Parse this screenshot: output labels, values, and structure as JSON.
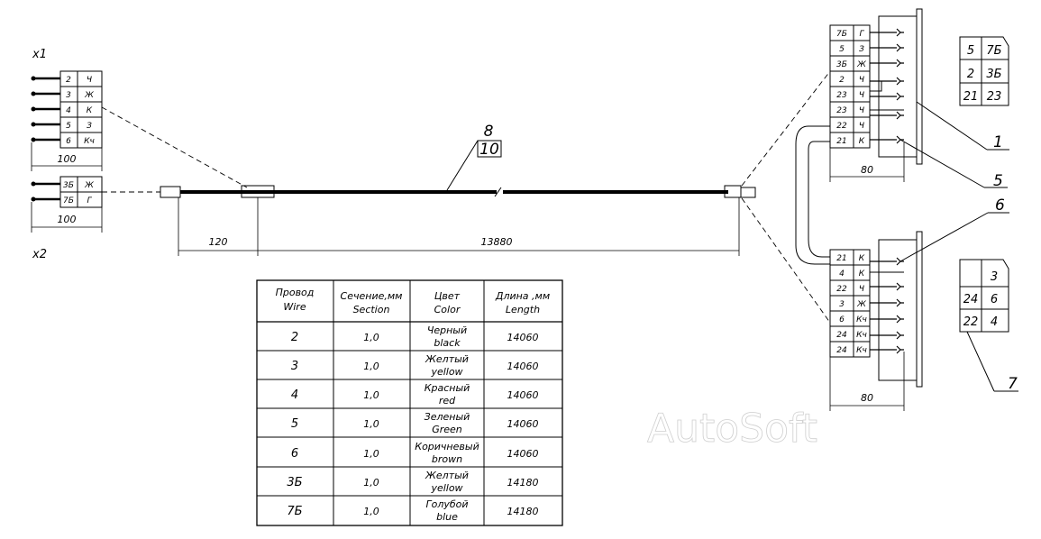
{
  "x1": {
    "label": "x1",
    "rows": [
      {
        "num": "2",
        "color": "Ч"
      },
      {
        "num": "3",
        "color": "Ж"
      },
      {
        "num": "4",
        "color": "К"
      },
      {
        "num": "5",
        "color": "З"
      },
      {
        "num": "6",
        "color": "Кч"
      }
    ],
    "dim": "100"
  },
  "x2": {
    "label": "x2",
    "rows": [
      {
        "num": "3Б",
        "color": "Ж"
      },
      {
        "num": "7Б",
        "color": "Г"
      }
    ],
    "dim": "100"
  },
  "cable": {
    "dim_left": "120",
    "dim_main": "13880",
    "callout_top": "8",
    "callout_bottom": "10"
  },
  "connector_top": {
    "rows": [
      {
        "num": "7Б",
        "color": "Г"
      },
      {
        "num": "5",
        "color": "З"
      },
      {
        "num": "3Б",
        "color": "Ж"
      },
      {
        "num": "2",
        "color": "Ч"
      },
      {
        "num": "23",
        "color": "Ч"
      },
      {
        "num": "23",
        "color": "Ч"
      },
      {
        "num": "22",
        "color": "Ч"
      },
      {
        "num": "21",
        "color": "К"
      }
    ],
    "dim": "80",
    "face": [
      [
        "5",
        "7Б"
      ],
      [
        "2",
        "3Б"
      ],
      [
        "21",
        "23"
      ]
    ]
  },
  "connector_bottom": {
    "rows": [
      {
        "num": "21",
        "color": "К"
      },
      {
        "num": "4",
        "color": "К"
      },
      {
        "num": "22",
        "color": "Ч"
      },
      {
        "num": "3",
        "color": "Ж"
      },
      {
        "num": "6",
        "color": "Кч"
      },
      {
        "num": "24",
        "color": "Кч"
      },
      {
        "num": "24",
        "color": "Кч"
      }
    ],
    "dim": "80",
    "face": [
      [
        "",
        "3"
      ],
      [
        "24",
        "6"
      ],
      [
        "22",
        "4"
      ]
    ]
  },
  "callouts": [
    "1",
    "5",
    "6",
    "7"
  ],
  "table": {
    "headers": [
      {
        "ru": "Провод",
        "en": "Wire"
      },
      {
        "ru": "Сечение,мм",
        "en": "Section"
      },
      {
        "ru": "Цвет",
        "en": "Color"
      },
      {
        "ru": "Длина ,мм",
        "en": "Length"
      }
    ],
    "rows": [
      {
        "wire": "2",
        "section": "1,0",
        "color_ru": "Черный",
        "color_en": "black",
        "length": "14060"
      },
      {
        "wire": "3",
        "section": "1,0",
        "color_ru": "Желтый",
        "color_en": "yellow",
        "length": "14060"
      },
      {
        "wire": "4",
        "section": "1,0",
        "color_ru": "Красный",
        "color_en": "red",
        "length": "14060"
      },
      {
        "wire": "5",
        "section": "1,0",
        "color_ru": "Зеленый",
        "color_en": "Green",
        "length": "14060"
      },
      {
        "wire": "6",
        "section": "1,0",
        "color_ru": "Коричневый",
        "color_en": "brown",
        "length": "14060"
      },
      {
        "wire": "3Б",
        "section": "1,0",
        "color_ru": "Желтый",
        "color_en": "yellow",
        "length": "14180"
      },
      {
        "wire": "7Б",
        "section": "1,0",
        "color_ru": "Голубой",
        "color_en": "blue",
        "length": "14180"
      }
    ]
  },
  "watermark": "AutoSoft"
}
